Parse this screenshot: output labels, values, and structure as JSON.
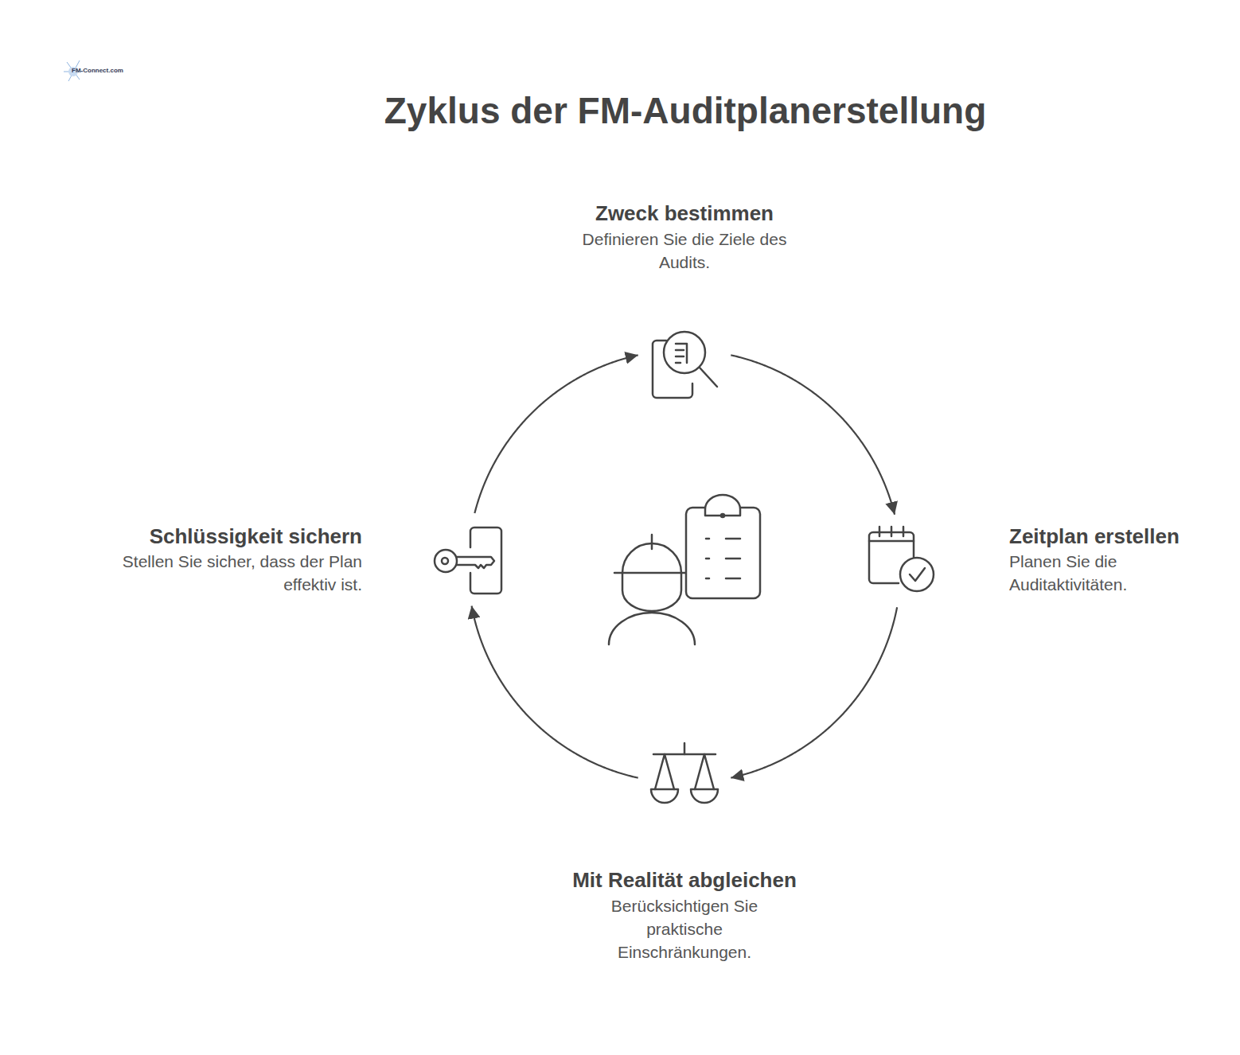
{
  "diagram": {
    "title": "Zyklus der FM-Auditplanerstellung",
    "nodes": [
      {
        "text": [
          "Zweck bestimmen",
          "Definieren Sie die Ziele des Audits."
        ]
      },
      {
        "text": [
          "Zeitplan erstellen",
          "Planen Sie die Auditaktivitäten."
        ]
      },
      {
        "text": [
          "Mit Realität abgleichen",
          "Berücksichtigen Sie praktische Einschränkungen."
        ]
      },
      {
        "text": [
          "Schlüssigkeit sichern",
          "Stellen Sie sicher, dass der Plan effektiv ist."
        ]
      }
    ],
    "edges": [
      {
        "from": 0,
        "to": 1,
        "arrow": "to"
      },
      {
        "from": 1,
        "to": 2,
        "arrow": "to"
      },
      {
        "from": 2,
        "to": 3,
        "arrow": "to"
      },
      {
        "from": 3,
        "to": 0,
        "arrow": "to"
      }
    ],
    "labels": [
      "FM-Connect.com"
    ]
  }
}
